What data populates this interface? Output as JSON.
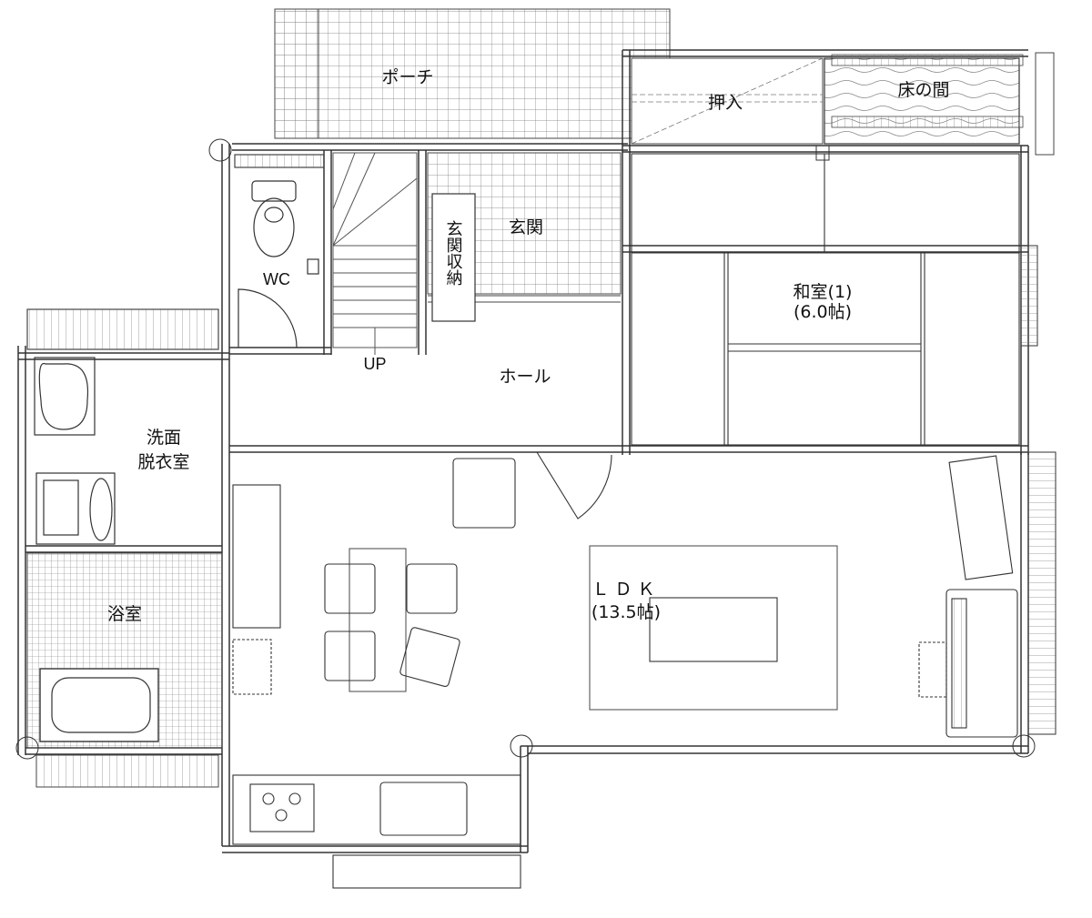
{
  "rooms": {
    "porch": "ポーチ",
    "closet": "押入",
    "tokonoma": "床の間",
    "entrance": "玄関",
    "entrance_storage": "玄関収納",
    "wc": "WC",
    "washroom_1": "洗面",
    "washroom_2": "脱衣室",
    "bath": "浴室",
    "hall": "ホール",
    "stair_up": "UP",
    "washitsu_name": "和室(1)",
    "washitsu_size": "(6.0帖)",
    "ldk_name": "ＬＤＫ",
    "ldk_size": "(13.5帖)"
  }
}
